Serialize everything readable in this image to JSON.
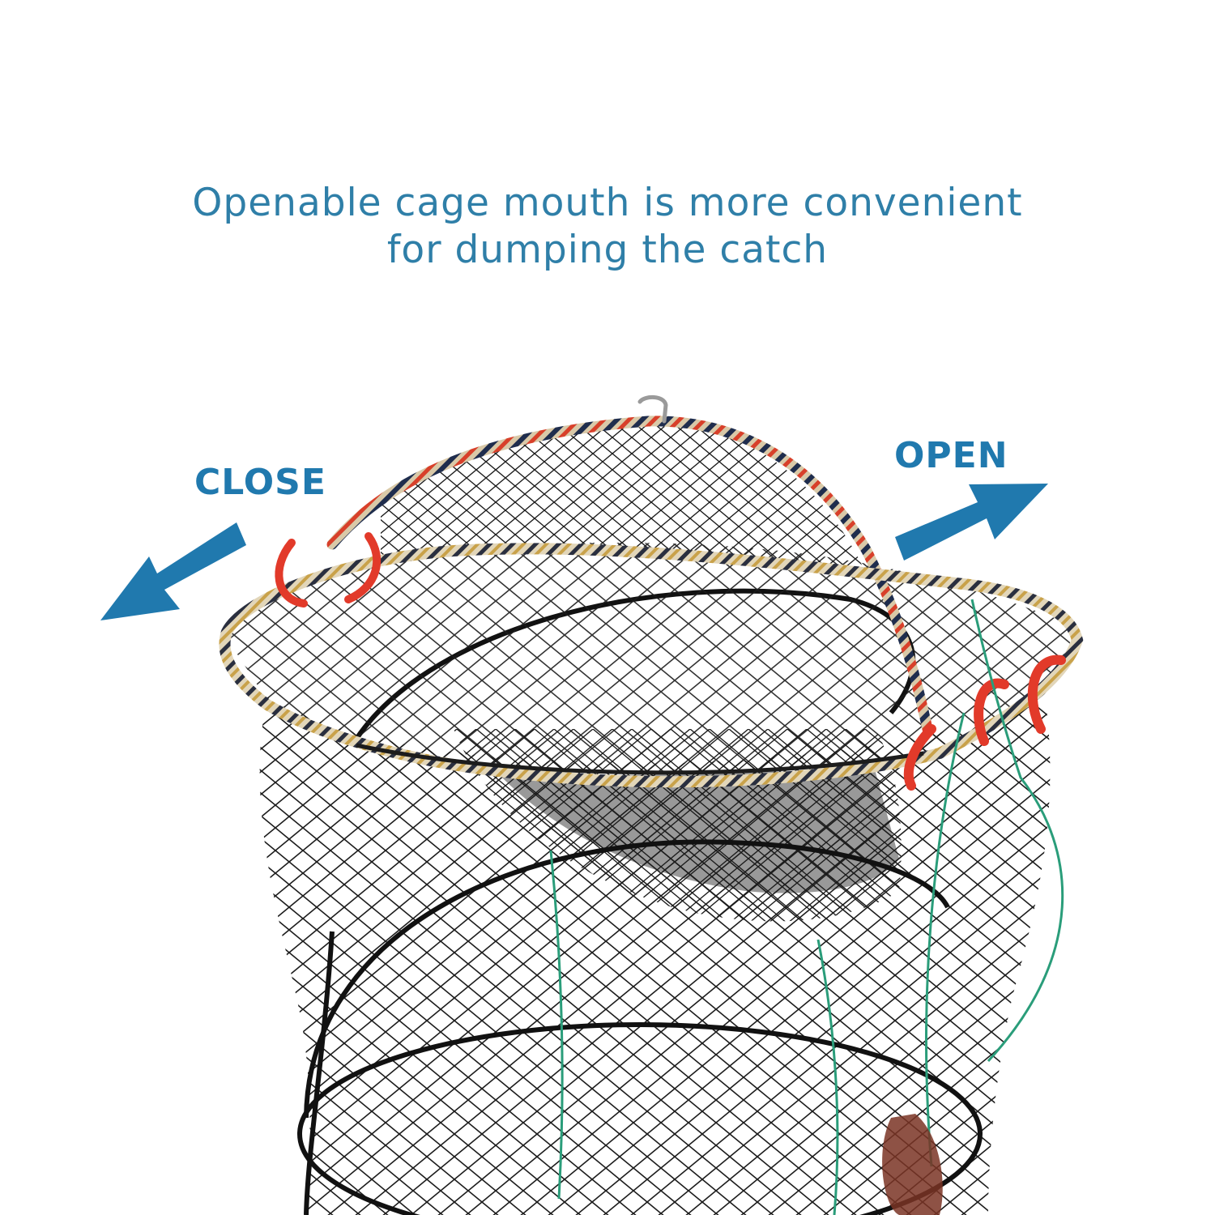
{
  "caption": {
    "line1": "Openable cage mouth is more convenient",
    "line2": "for dumping the catch"
  },
  "labels": {
    "close": "CLOSE",
    "open": "OPEN"
  },
  "colors": {
    "accent": "#2079ae",
    "net": "#1c1c1c",
    "rope_red": "#d8402a",
    "rope_navy": "#1f2d4d",
    "rope_tan": "#d9c9a8",
    "clip_red": "#e23a2a",
    "line_green": "#2a9d7a"
  }
}
